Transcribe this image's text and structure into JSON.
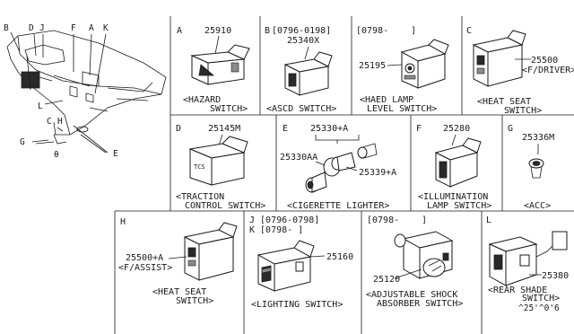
{
  "overview": {
    "callouts": [
      "B",
      "D",
      "J",
      "F",
      "A",
      "K",
      "L",
      "C",
      "H",
      "G",
      "θ",
      "E"
    ]
  },
  "panels": {
    "A": {
      "letter": "A",
      "part": "25910",
      "caption1": "<HAZARD",
      "caption2": "SWITCH>"
    },
    "B": {
      "letter": "B",
      "date": "[0796-0198]",
      "part": "25340X",
      "caption1": "<ASCD SWITCH>"
    },
    "HL": {
      "date": "[0798-",
      "date_end": "]",
      "part": "25195",
      "caption1": "<HAED LAMP",
      "caption2": "LEVEL SWITCH>"
    },
    "C": {
      "letter": "C",
      "part": "25500",
      "part_sub": "<F/DRIVER>",
      "caption1": "<HEAT SEAT",
      "caption2": "SWITCH>"
    },
    "D": {
      "letter": "D",
      "part": "25145M",
      "button_text": "TCS",
      "caption1": "<TRACTION",
      "caption2": "CONTROL SWITCH>"
    },
    "E": {
      "letter": "E",
      "part_top": "25330+A",
      "part_left": "25330AA",
      "part_right": "25339+A",
      "caption1": "<CIGERETTE LIGHTER>"
    },
    "F": {
      "letter": "F",
      "part": "25280",
      "caption1": "<ILLUMINATION",
      "caption2": "LAMP SWITCH>"
    },
    "G": {
      "letter": "G",
      "part": "25336M",
      "caption1": "<ACC>"
    },
    "H": {
      "letter": "H",
      "part": "25500+A",
      "part_sub": "<F/ASSIST>",
      "caption1": "<HEAT SEAT",
      "caption2": "SWITCH>"
    },
    "J": {
      "line1": "J [0796-0798]",
      "line2": "K [0798-      ]",
      "part": "25160",
      "caption1": "<LIGHTING SWITCH>"
    },
    "AS": {
      "date": "[0798-",
      "date_end": "]",
      "part": "25120",
      "caption1": "<ADJUSTABLE SHOCK",
      "caption2": "ABSORBER SWITCH>"
    },
    "L": {
      "letter": "L",
      "part": "25380",
      "caption1": "<REAR SHADE",
      "caption2": "SWITCH>",
      "footer": "^25'^0'6"
    }
  },
  "colors": {
    "ink": "#1a1a1a",
    "paper": "#ffffff",
    "dark_fill": "#2a2a2a",
    "mid_fill": "#8a8a8a"
  }
}
